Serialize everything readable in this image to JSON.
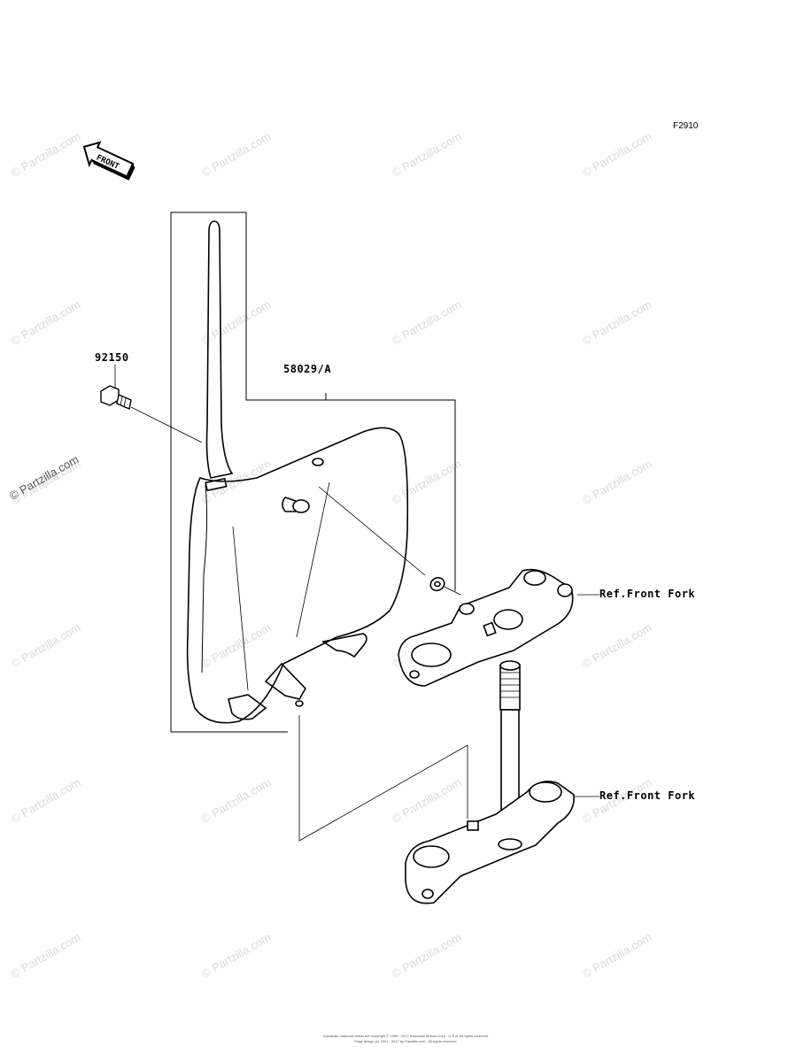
{
  "figure_code": "F2910",
  "front_arrow_text": "FRONT",
  "parts": {
    "bolt": "92150",
    "number_plate": "58029/A"
  },
  "references": {
    "upper": "Ref.Front Fork",
    "lower": "Ref.Front Fork"
  },
  "watermark": "© Partzilla.com",
  "copyright_lines": [
    "Kawasaki materials within are copyright © 1995 - 2017 Kawasaki Motors Corp., U.S.A. All rights reserved.",
    "Page design (c) 2001 - 2017 by Partzilla.com - All rights reserved."
  ]
}
